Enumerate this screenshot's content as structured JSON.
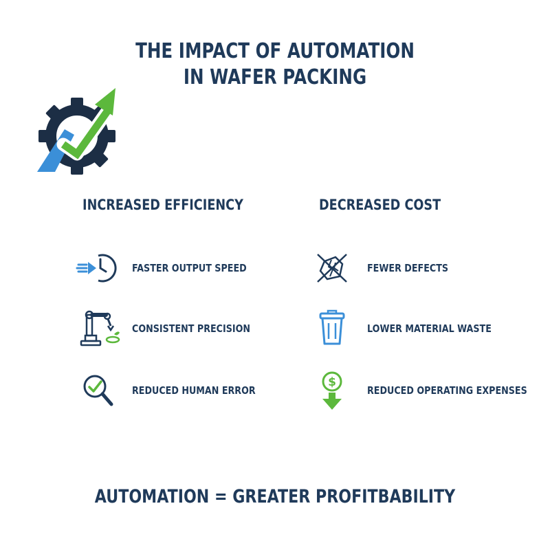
{
  "title": {
    "line1": "THE IMPACT OF AUTOMATION",
    "line2": "IN WAFER PACKING"
  },
  "logo": {
    "icon": "gear-with-growth-arrow-icon"
  },
  "columns": {
    "efficiency": {
      "heading": "INCREASED EFFICIENCY",
      "items": [
        {
          "label": "FASTER OUTPUT SPEED",
          "icon": "fast-clock-icon"
        },
        {
          "label": "CONSISTENT PRECISION",
          "icon": "robotic-arm-icon"
        },
        {
          "label": "REDUCED HUMAN ERROR",
          "icon": "magnifier-check-icon"
        }
      ]
    },
    "cost": {
      "heading": "DECREASED COST",
      "items": [
        {
          "label": "FEWER DEFECTS",
          "icon": "crossed-wafer-icon"
        },
        {
          "label": "LOWER MATERIAL WASTE",
          "icon": "trash-bin-icon"
        },
        {
          "label": "REDUCED OPERATING EXPENSES",
          "icon": "dollar-down-arrow-icon"
        }
      ]
    }
  },
  "footer": "AUTOMATION = GREATER PROFITBABILITY",
  "colors": {
    "navy": "#1f3a5a",
    "blue": "#3b8fd8",
    "green": "#5cb83c"
  }
}
